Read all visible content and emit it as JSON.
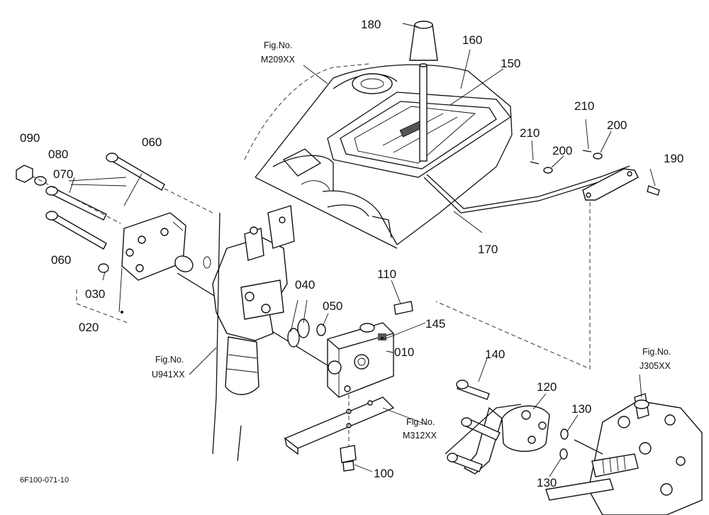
{
  "drawing_code": "6F100-071-10",
  "parts": {
    "p180": "180",
    "p160": "160",
    "p150": "150",
    "p210a": "210",
    "p200a": "200",
    "p210b": "210",
    "p200b": "200",
    "p190": "190",
    "p170": "170",
    "p090": "090",
    "p080": "080",
    "p060a": "060",
    "p070": "070",
    "p060b": "060",
    "p030": "030",
    "p020": "020",
    "p040": "040",
    "p050": "050",
    "p110": "110",
    "p145": "145",
    "p010": "010",
    "p140": "140",
    "p120": "120",
    "p130a": "130",
    "p130b": "130",
    "p100": "100"
  },
  "figrefs": {
    "m209_top": "Fig.No.",
    "m209_bot": "M209XX",
    "u941_top": "Fig.No.",
    "u941_bot": "U941XX",
    "m312_top": "Fig.No.",
    "m312_bot": "M312XX",
    "j305_top": "Fig.No.",
    "j305_bot": "J305XX"
  }
}
